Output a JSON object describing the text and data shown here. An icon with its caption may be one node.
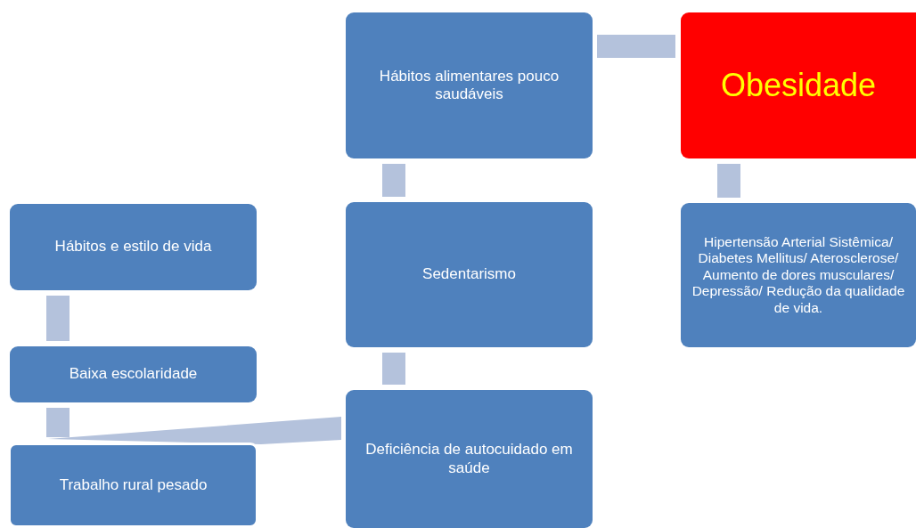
{
  "diagram": {
    "nodes": [
      {
        "text": [
          "Hábitos alimentares pouco saudáveis"
        ]
      },
      {
        "text": [
          "Obesidade"
        ]
      },
      {
        "text": [
          "Hábitos e estilo de vida"
        ]
      },
      {
        "text": [
          "Sedentarismo"
        ]
      },
      {
        "text": [
          "Hipertensão Arterial Sistêmica/ Diabetes Mellitus/ Aterosclerose/ Aumento de dores musculares/ Depressão/ Redução da qualidade de vida."
        ]
      },
      {
        "text": [
          "Baixa escolaridade"
        ]
      },
      {
        "text": [
          "Trabalho rural pesado"
        ]
      },
      {
        "text": [
          "Deficiência de autocuidado em saúde"
        ]
      }
    ],
    "edges": [
      {
        "from": 0,
        "to": 1,
        "arrow": "none"
      },
      {
        "from": 0,
        "to": 3,
        "arrow": "none"
      },
      {
        "from": 1,
        "to": 4,
        "arrow": "none"
      },
      {
        "from": 2,
        "to": 5,
        "arrow": "none"
      },
      {
        "from": 3,
        "to": 7,
        "arrow": "none"
      },
      {
        "from": 5,
        "to": 6,
        "arrow": "none"
      },
      {
        "from": 6,
        "to": 7,
        "arrow": "none"
      }
    ]
  }
}
